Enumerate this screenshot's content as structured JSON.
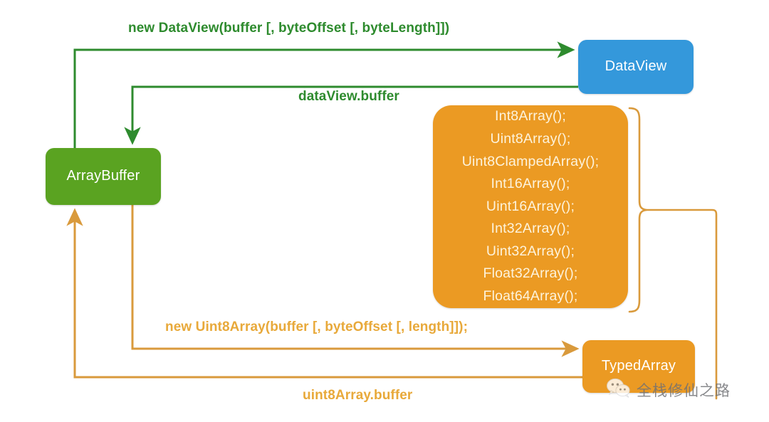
{
  "diagram": {
    "title": "JavaScript ArrayBuffer / DataView / TypedArray relationships",
    "colors": {
      "green": "#5aa321",
      "green_line": "#2e8b2e",
      "blue": "#3498db",
      "orange": "#eb9a23",
      "orange_line": "#d99a3c",
      "background": "#ffffff"
    },
    "nodes": {
      "arraybuffer": {
        "label": "ArrayBuffer",
        "color": "#5aa321"
      },
      "dataview": {
        "label": "DataView",
        "color": "#3498db"
      },
      "typedarray": {
        "label": "TypedArray",
        "color": "#eb9a23"
      },
      "typedarray_list": {
        "color": "#eb9a23",
        "items": [
          "Int8Array();",
          "Uint8Array();",
          "Uint8ClampedArray();",
          "Int16Array();",
          "Uint16Array();",
          "Int32Array();",
          "Uint32Array();",
          "Float32Array();",
          "Float64Array();"
        ]
      }
    },
    "edges": {
      "new_dataview": {
        "label": "new DataView(buffer [, byteOffset [, byteLength]])",
        "from": "arraybuffer",
        "to": "dataview",
        "color": "#2e8b2e"
      },
      "dataview_buffer": {
        "label": "dataView.buffer",
        "from": "dataview",
        "to": "arraybuffer",
        "color": "#2e8b2e"
      },
      "new_uint8array": {
        "label": "new Uint8Array(buffer [, byteOffset [, length]]);",
        "from": "arraybuffer",
        "to": "typedarray",
        "color": "#d99a3c"
      },
      "uint8array_buffer": {
        "label": "uint8Array.buffer",
        "from": "typedarray",
        "to": "arraybuffer",
        "color": "#d99a3c"
      }
    },
    "watermark": {
      "text": "全栈修仙之路",
      "icon": "wechat-icon"
    }
  }
}
